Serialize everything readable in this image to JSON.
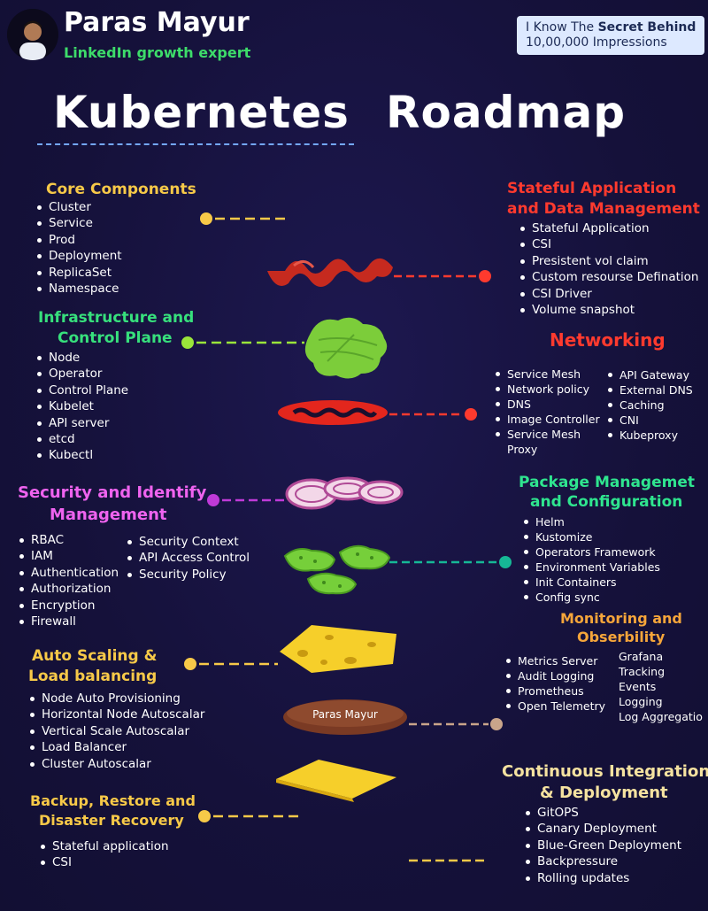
{
  "header": {
    "name": "Paras Mayur",
    "tagline": "LinkedIn growth expert",
    "badge_line1_plain": "I Know The ",
    "badge_line1_bold": "Secret Behind",
    "badge_line2": "10,00,000 Impressions"
  },
  "title": {
    "word1": "Kubernetes",
    "word2": "Roadmap"
  },
  "sections": {
    "core": {
      "heading": "Core Components",
      "items": [
        "Cluster",
        "Service",
        "Prod",
        "Deployment",
        "ReplicaSet",
        "Namespace"
      ]
    },
    "stateful": {
      "heading_line1": "Stateful Application",
      "heading_line2": "and Data Management",
      "items": [
        "Stateful Application",
        "CSI",
        "Presistent vol claim",
        "Custom resourse Defination",
        "CSI Driver",
        "Volume snapshot"
      ]
    },
    "infra": {
      "heading_line1": "Infrastructure and",
      "heading_line2": "Control Plane",
      "items": [
        "Node",
        "Operator",
        "Control Plane",
        "Kubelet",
        "API server",
        "etcd",
        "Kubectl"
      ]
    },
    "networking": {
      "heading": "Networking",
      "col1": [
        "Service Mesh",
        "Network policy",
        "DNS",
        "Image Controller",
        "Service Mesh"
      ],
      "col1_continuation": "Proxy",
      "col2": [
        "API Gateway",
        "External DNS",
        "Caching",
        "CNI",
        "Kubeproxy"
      ]
    },
    "security": {
      "heading_line1": "Security and Identify",
      "heading_line2": "Management",
      "col1": [
        "RBAC",
        "IAM",
        "Authentication",
        "Authorization",
        "Encryption",
        "Firewall"
      ],
      "col2": [
        "Security Context",
        "API Access Control",
        "Security Policy"
      ]
    },
    "package": {
      "heading_line1": "Package Managemet",
      "heading_line2": "and Configuration",
      "items": [
        "Helm",
        "Kustomize",
        "Operators Framework",
        "Environment Variables",
        "Init Containers",
        "Config sync"
      ]
    },
    "monitoring": {
      "heading_line1": "Monitoring and",
      "heading_line2": "Obserbility",
      "col1": [
        "Metrics Server",
        "Audit Logging",
        "Prometheus",
        "Open Telemetry"
      ],
      "col2": [
        "Grafana",
        "Tracking",
        "Events",
        "Logging",
        "Log Aggregatio"
      ]
    },
    "autoscaling": {
      "heading_line1": "Auto Scaling &",
      "heading_line2": "Load balancing",
      "items": [
        "Node Auto Provisioning",
        "Horizontal Node Autoscalar",
        "Vertical Scale Autoscalar",
        "Load Balancer",
        "Cluster Autoscalar"
      ]
    },
    "backup": {
      "heading_line1": "Backup, Restore and",
      "heading_line2": "Disaster Recovery",
      "items": [
        "Stateful application",
        "CSI"
      ]
    },
    "cicd": {
      "heading_line1": "Continuous Integration",
      "heading_line2": "& Deployment",
      "items": [
        "GitOPS",
        "Canary Deployment",
        "Blue-Green Deployment",
        "Backpressure",
        "Rolling updates"
      ]
    }
  },
  "bun_label": "Paras Mayur",
  "colors": {
    "background": "#16123a",
    "core": "#f7c948",
    "stateful": "#ff3a2e",
    "infra": "#37e07c",
    "networking": "#ff3a2e",
    "security": "#ef63ef",
    "package": "#2fe58f",
    "monitoring": "#f5a53a",
    "autoscaling": "#f7c948",
    "backup": "#f7c948",
    "cicd": "#f5e2a0"
  },
  "icons": [
    "avatar",
    "sauce-icon",
    "lettuce-icon",
    "tomato-icon",
    "onion-icon",
    "pickle-icon",
    "cheese-icon",
    "patty-icon",
    "bun-icon"
  ]
}
